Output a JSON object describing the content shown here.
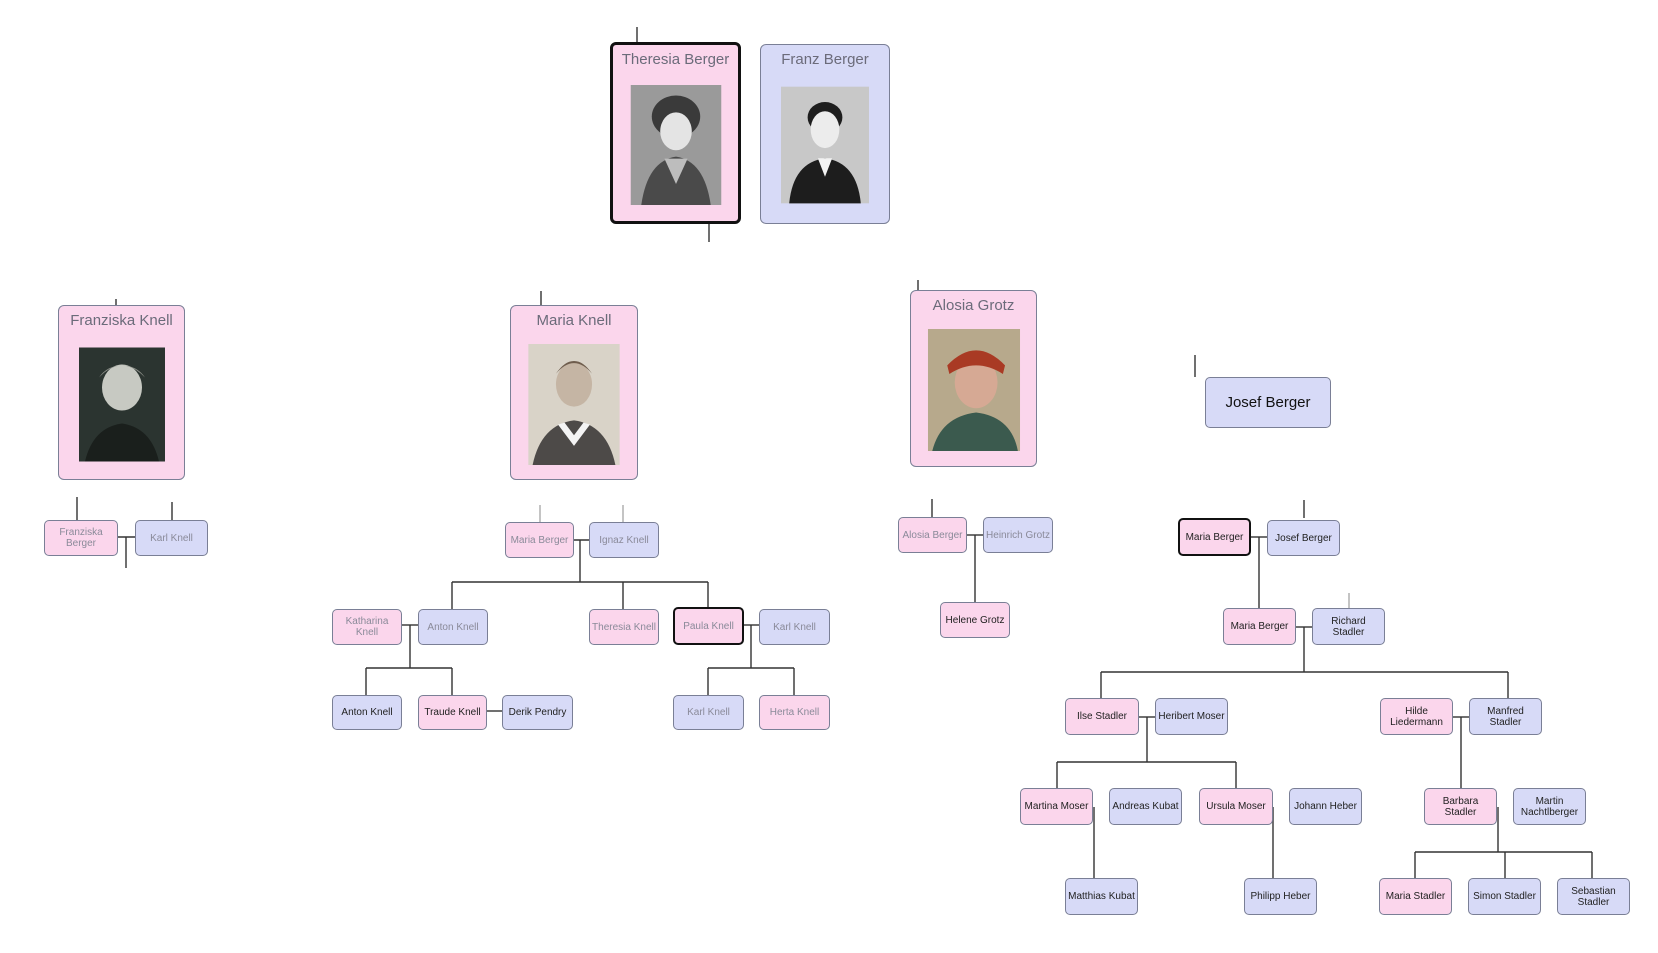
{
  "people": {
    "theresia_berger_top": {
      "name": "Theresia Berger",
      "photo": "portrait-elderly-woman-bonnet"
    },
    "franz_berger_top": {
      "name": "Franz Berger",
      "photo": "portrait-man-suit"
    },
    "franziska_knell_top": {
      "name": "Franziska Knell",
      "photo": "portrait-elderly-woman"
    },
    "maria_knell_top": {
      "name": "Maria Knell",
      "photo": "portrait-elderly-woman-collar"
    },
    "alosia_grotz_top": {
      "name": "Alosia Grotz",
      "photo": "portrait-elderly-woman-red-cap"
    },
    "josef_berger_top": {
      "name": "Josef Berger"
    },
    "franziska_berger": {
      "name": "Franziska Berger"
    },
    "karl_knell_1": {
      "name": "Karl Knell"
    },
    "maria_berger_1": {
      "name": "Maria Berger"
    },
    "ignaz_knell": {
      "name": "Ignaz Knell"
    },
    "katharina_knell": {
      "name": "Katharina Knell"
    },
    "anton_knell_1": {
      "name": "Anton Knell"
    },
    "theresia_knell": {
      "name": "Theresia Knell"
    },
    "paula_knell": {
      "name": "Paula Knell"
    },
    "karl_knell_2": {
      "name": "Karl Knell"
    },
    "anton_knell_2": {
      "name": "Anton Knell"
    },
    "traude_knell": {
      "name": "Traude Knell"
    },
    "derik_pendry": {
      "name": "Derik Pendry"
    },
    "karl_knell_3": {
      "name": "Karl Knell"
    },
    "herta_knell": {
      "name": "Herta Knell"
    },
    "alosia_berger": {
      "name": "Alosia Berger"
    },
    "heinrich_grotz": {
      "name": "Heinrich Grotz"
    },
    "helene_grotz": {
      "name": "Helene Grotz"
    },
    "maria_berger_2": {
      "name": "Maria Berger"
    },
    "josef_berger_2": {
      "name": "Josef Berger"
    },
    "maria_berger_3": {
      "name": "Maria Berger"
    },
    "richard_stadler": {
      "name": "Richard Stadler"
    },
    "ilse_stadler": {
      "name": "Ilse Stadler"
    },
    "heribert_moser": {
      "name": "Heribert Moser"
    },
    "hilde_liedermann": {
      "name": "Hilde Liedermann"
    },
    "manfred_stadler": {
      "name": "Manfred Stadler"
    },
    "martina_moser": {
      "name": "Martina Moser"
    },
    "andreas_kubat": {
      "name": "Andreas Kubat"
    },
    "ursula_moser": {
      "name": "Ursula Moser"
    },
    "johann_heber": {
      "name": "Johann Heber"
    },
    "barbara_stadler": {
      "name": "Barbara Stadler"
    },
    "martin_nachtlberger": {
      "name": "Martin Nachtlberger"
    },
    "matthias_kubat": {
      "name": "Matthias Kubat"
    },
    "philipp_heber": {
      "name": "Philipp Heber"
    },
    "maria_stadler": {
      "name": "Maria Stadler"
    },
    "simon_stadler": {
      "name": "Simon Stadler"
    },
    "sebastian_stadler": {
      "name": "Sebastian Stadler"
    }
  },
  "colors": {
    "female": "#fbd6ec",
    "male": "#d7daf7",
    "border": "#7a7f96",
    "line": "#333333",
    "selected_border": "#111111"
  }
}
